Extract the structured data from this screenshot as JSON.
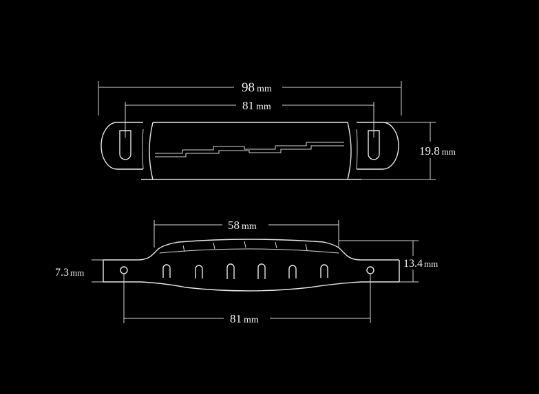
{
  "colors": {
    "background": "#000000",
    "line": "#e8e8e8",
    "text": "#f2f2f2"
  },
  "top_view": {
    "overall_width": {
      "value": "98",
      "unit": "mm"
    },
    "post_spacing": {
      "value": "81",
      "unit": "mm"
    },
    "depth": {
      "value": "19.8",
      "unit": "mm"
    }
  },
  "side_view": {
    "saddle_width": {
      "value": "58",
      "unit": "mm"
    },
    "overall_height": {
      "value": "13.4",
      "unit": "mm"
    },
    "base_height": {
      "value": "7.3",
      "unit": "mm"
    },
    "post_spacing": {
      "value": "81",
      "unit": "mm"
    }
  }
}
